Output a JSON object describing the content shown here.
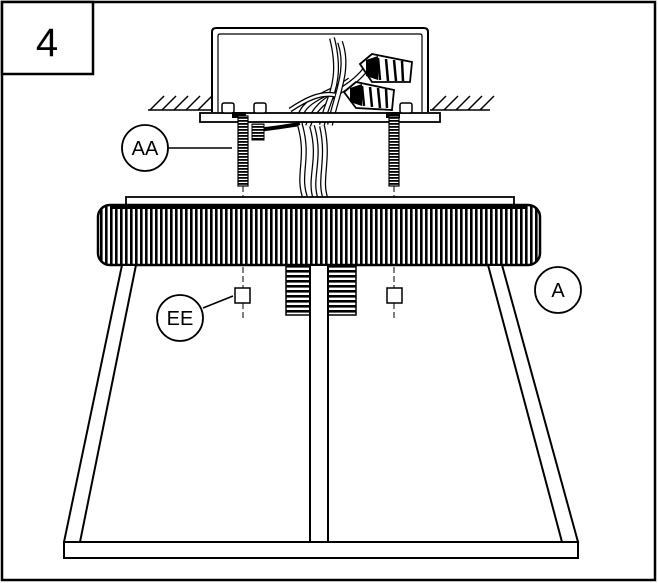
{
  "step_number": "4",
  "callouts": {
    "mounting_screw": "AA",
    "screw_cover": "EE",
    "fixture": "A"
  },
  "colors": {
    "line": "#000000",
    "background": "#ffffff"
  }
}
